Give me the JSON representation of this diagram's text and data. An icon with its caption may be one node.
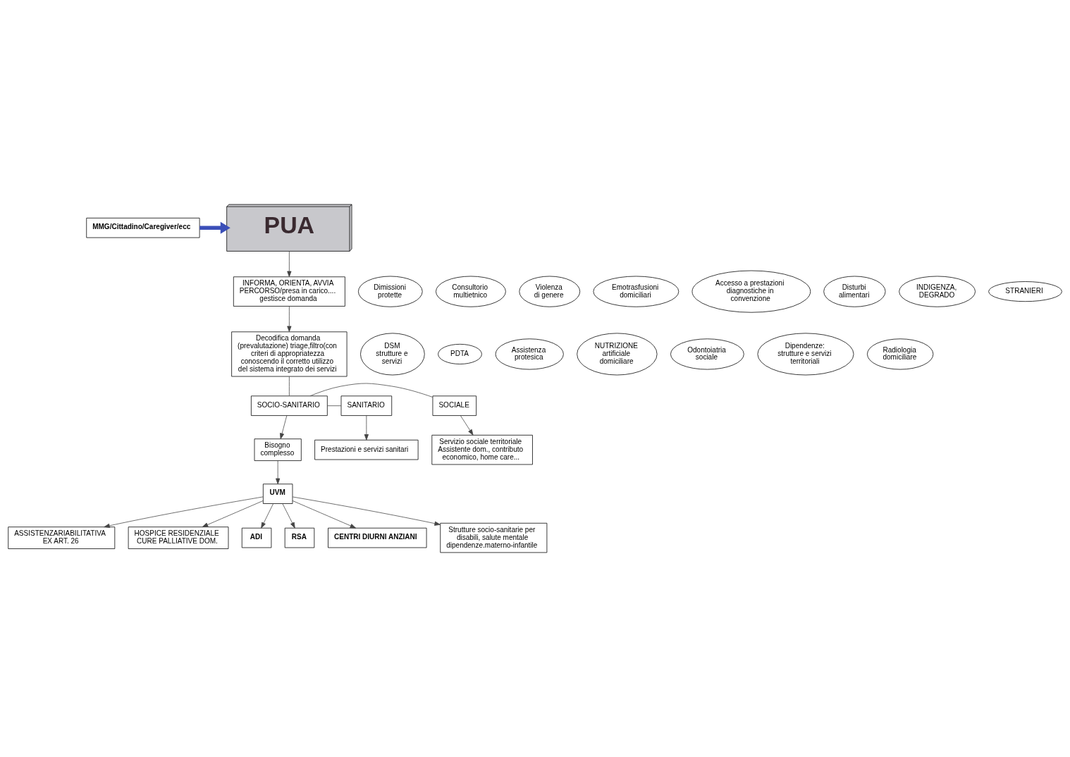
{
  "diagram": {
    "nodes": [
      {
        "text": [
          "MMG/Cittadino/Caregiver/ecc"
        ]
      },
      {
        "text": [
          "PUA"
        ]
      },
      {
        "text": [
          "INFORMA, ORIENTA, AVVIA PERCORSO/presa in carico.... gestisce domanda"
        ]
      },
      {
        "text": [
          "Decodifica domanda (prevalutazione) triage,filtro(con criteri di appropriatezza conoscendo il corretto utilizzo del sistema integrato dei servizi"
        ]
      },
      {
        "text": [
          "Dimissioni protette"
        ]
      },
      {
        "text": [
          "Consultorio multietnico"
        ]
      },
      {
        "text": [
          "Violenza di genere"
        ]
      },
      {
        "text": [
          "Emotrasfusioni domiciliari"
        ]
      },
      {
        "text": [
          "DSM strutture e servizi"
        ]
      },
      {
        "text": [
          "PDTA"
        ]
      },
      {
        "text": [
          "Assistenza protesica"
        ]
      },
      {
        "text": [
          "Accesso a prestazioni diagnostiche in convenzione"
        ]
      },
      {
        "text": [
          "Disturbi alimentari"
        ]
      },
      {
        "text": [
          "INDIGENZA, DEGRADO"
        ]
      },
      {
        "text": [
          "STRANIERI"
        ]
      },
      {
        "text": [
          "NUTRIZIONE artificiale domiciliare"
        ]
      },
      {
        "text": [
          "Odontoiatria sociale"
        ]
      },
      {
        "text": [
          "Dipendenze: strutture e servizi territoriali"
        ]
      },
      {
        "text": [
          "Radiologia domiciliare"
        ]
      },
      {
        "text": [
          "SOCIALE"
        ]
      },
      {
        "text": [
          "SOCIO-SANITARIO"
        ]
      },
      {
        "text": [
          "SANITARIO"
        ]
      },
      {
        "text": [
          "Servizio sociale territoriale",
          "Assistente dom., contributo economico, home care..."
        ]
      },
      {
        "text": [
          "Bisogno complesso"
        ]
      },
      {
        "text": [
          "Prestazioni e servizi sanitari"
        ]
      },
      {
        "text": [
          "UVM"
        ]
      },
      {
        "text": [
          "ASSISTENZARIABILITATIVA",
          "EX ART. 26"
        ]
      },
      {
        "text": [
          "HOSPICE RESIDENZIALE",
          "CURE PALLIATIVE DOM."
        ]
      },
      {
        "text": [
          "ADI"
        ]
      },
      {
        "text": [
          "RSA"
        ]
      },
      {
        "text": [
          "CENTRI DIURNI ANZIANI"
        ]
      },
      {
        "text": [
          "Strutture socio-sanitarie per disabili, salute mentale dipendenze.materno-infantile"
        ]
      }
    ],
    "edges": [
      {
        "from": 0,
        "to": 1,
        "arrow": "to",
        "style": "thick",
        "color": "#3b4fb8"
      },
      {
        "from": 1,
        "to": 2,
        "arrow": "to"
      },
      {
        "from": 2,
        "to": 3,
        "arrow": "to"
      },
      {
        "from": 3,
        "to": 20,
        "arrow": "none"
      },
      {
        "from": 20,
        "to": 19,
        "arrow": "none"
      },
      {
        "from": 20,
        "to": 21,
        "arrow": "none"
      },
      {
        "from": 19,
        "to": 22,
        "arrow": "to"
      },
      {
        "from": 20,
        "to": 23,
        "arrow": "to"
      },
      {
        "from": 21,
        "to": 24,
        "arrow": "to"
      },
      {
        "from": 23,
        "to": 25,
        "arrow": "to"
      },
      {
        "from": 25,
        "to": 26,
        "arrow": "to"
      },
      {
        "from": 25,
        "to": 27,
        "arrow": "to"
      },
      {
        "from": 25,
        "to": 28,
        "arrow": "to"
      },
      {
        "from": 25,
        "to": 29,
        "arrow": "to"
      },
      {
        "from": 25,
        "to": 30,
        "arrow": "to"
      },
      {
        "from": 25,
        "to": 31,
        "arrow": "to"
      }
    ]
  }
}
